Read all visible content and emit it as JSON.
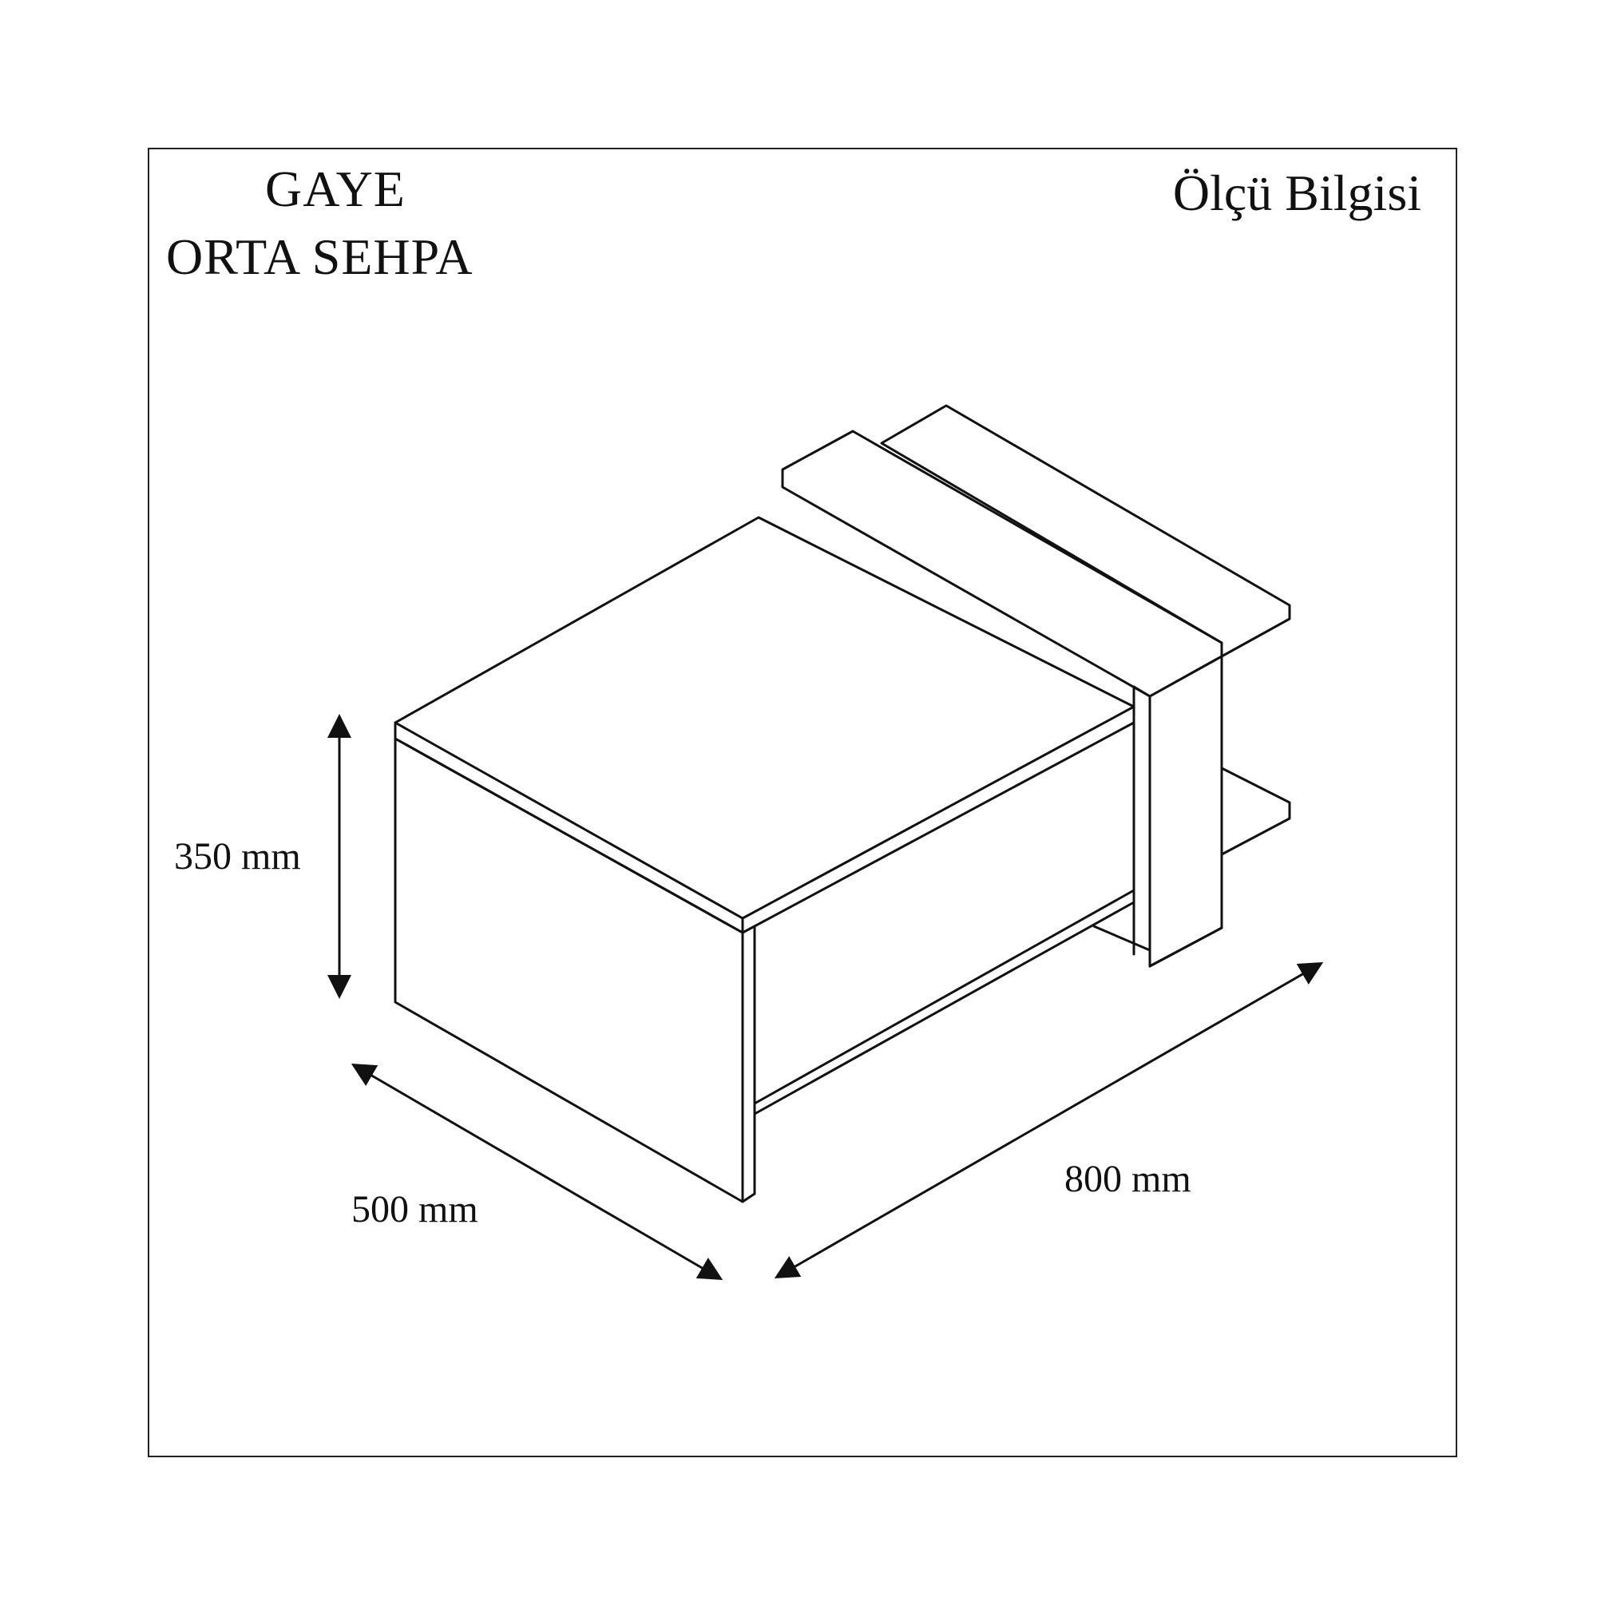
{
  "header": {
    "product_name": "GAYE",
    "product_type": "ORTA SEHPA",
    "section_title": "Ölçü Bilgisi"
  },
  "dimensions": {
    "height_label": "350 mm",
    "depth_label": "500 mm",
    "width_label": "800 mm"
  },
  "colors": {
    "line": "#111111",
    "background": "#ffffff"
  }
}
